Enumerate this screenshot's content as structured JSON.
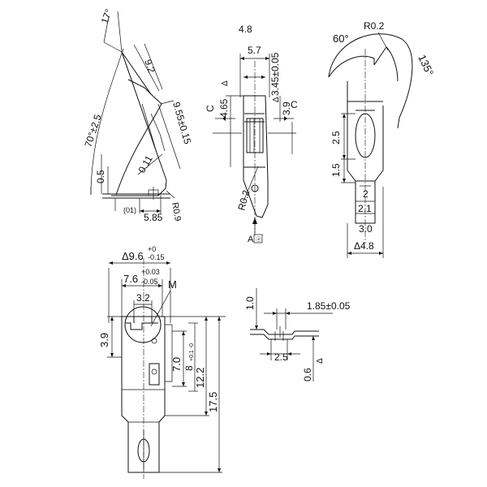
{
  "colors": {
    "ink": "#111111",
    "paper": "#ffffff"
  },
  "view_top_left": {
    "angle_17": "17°",
    "dim_9_2": "9.2",
    "angle_70": "70°±2.5",
    "dim_9_55": "9.55±0.15",
    "dim_0_5": "0.5",
    "dim_0_11": "0.11",
    "ref_01": "(01)",
    "dim_5_85": "5.85",
    "radius_0_9": "R0.9"
  },
  "view_top_middle": {
    "dim_4_8": "4.8",
    "dim_5_7": "5.7",
    "dim_4_65": "4.65",
    "dim_3_45": "3.45±0.05",
    "dim_3_9": "3.9",
    "section_left": "C",
    "section_right": "C",
    "radius_0_2": "R0.2",
    "view_a": "A",
    "tri_1": "Δ",
    "tri_2": "Δ"
  },
  "view_top_right": {
    "angle_60": "60°",
    "radius_0_2": "R0.2",
    "angle_135": "135°",
    "dim_2_5": "2.5",
    "dim_1_5": "1.5",
    "dim_2": "2",
    "dim_2_1": "2.1",
    "dim_3_0": "3.0",
    "dim_4_8": "Δ4.8"
  },
  "view_bottom_left": {
    "dim_9_6": "Δ9.6",
    "dim_9_6_tol_up": "+0",
    "dim_9_6_tol_dn": "-0.15",
    "dim_7_6": "7.6",
    "dim_7_6_tol_up": "+0.03",
    "dim_7_6_tol_dn": "-0.05",
    "label_m": "M",
    "dim_3_2": "3.2",
    "dim_3_9": "3.9",
    "dim_7_0": "7.0",
    "dim_8": "8",
    "dim_8_tol": "+0.1 -0",
    "dim_12_2": "12.2",
    "dim_17_5": "17.5"
  },
  "view_bottom_right": {
    "dim_1_0": "1.0",
    "dim_1_85": "1.85±0.05",
    "dim_2_5": "2.5",
    "dim_0_6": "0.6",
    "tri": "Δ"
  }
}
